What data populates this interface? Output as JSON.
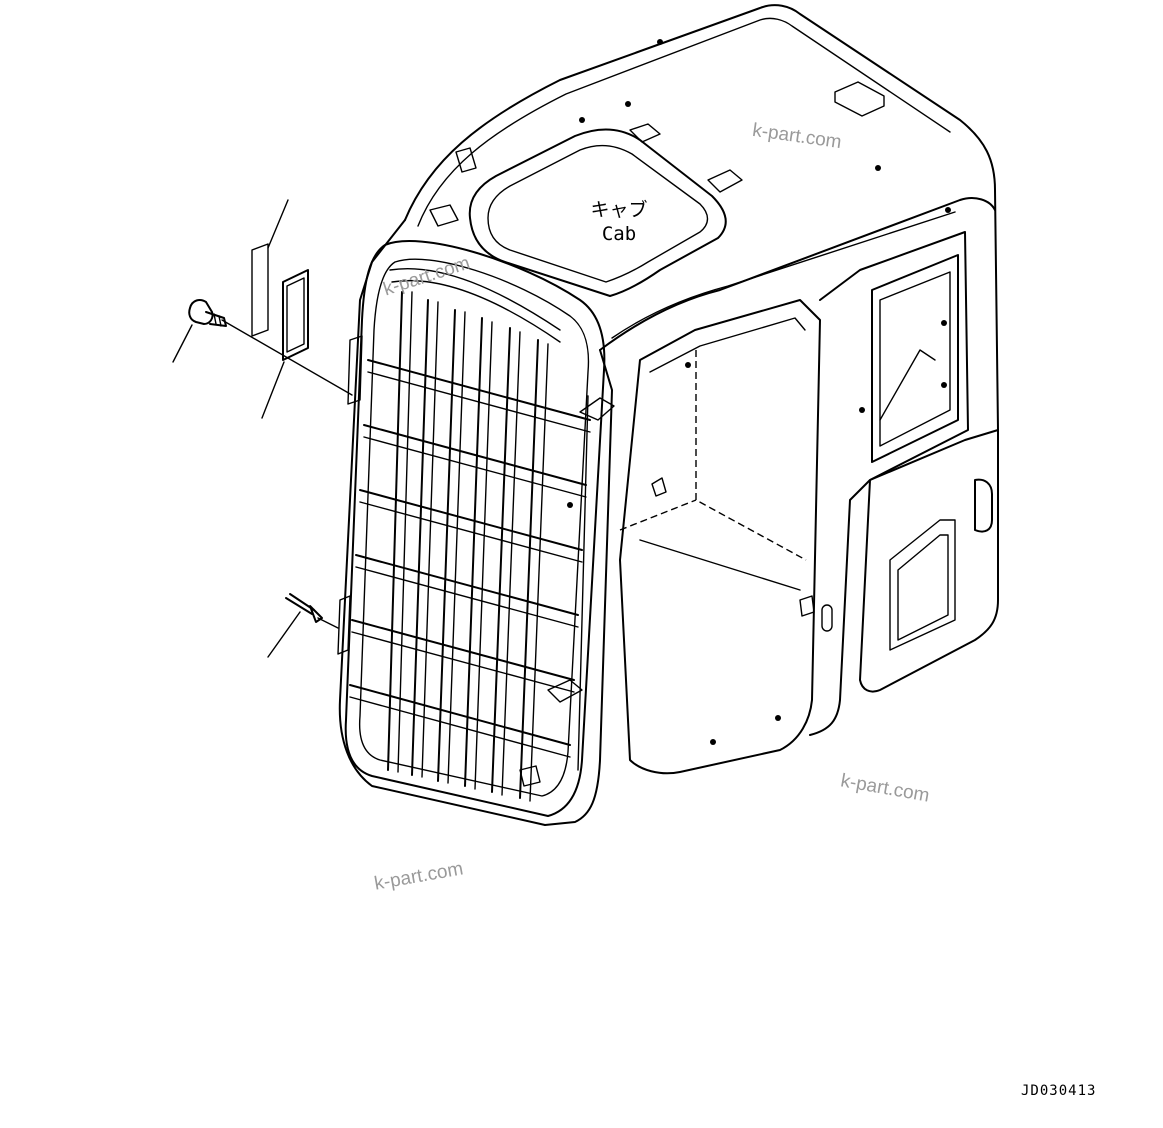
{
  "cab_label": {
    "ja": "キャブ",
    "en": "Cab"
  },
  "watermarks": [
    "k-part.com",
    "k-part.com",
    "k-part.com",
    "k-part.com"
  ],
  "drawing_code": "JD030413"
}
